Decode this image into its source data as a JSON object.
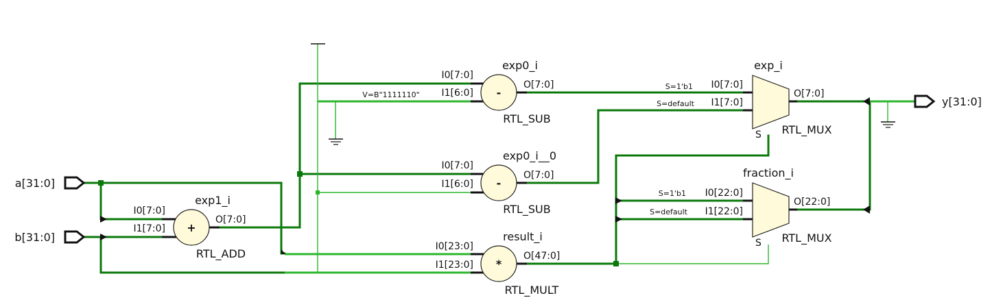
{
  "ports": {
    "a": "a[31:0]",
    "b": "b[31:0]",
    "y": "y[31:0]"
  },
  "cells": {
    "exp1_i": {
      "name": "exp1_i",
      "type": "RTL_ADD",
      "symbol": "+",
      "in0": "I0[7:0]",
      "in1": "I1[7:0]",
      "out": "O[7:0]"
    },
    "exp0_i": {
      "name": "exp0_i",
      "type": "RTL_SUB",
      "symbol": "-",
      "in0": "I0[7:0]",
      "in1": "I1[6:0]",
      "out": "O[7:0]",
      "constant": "V=B\"1111110\""
    },
    "exp0_i__0": {
      "name": "exp0_i__0",
      "type": "RTL_SUB",
      "symbol": "-",
      "in0": "I0[7:0]",
      "in1": "I1[6:0]",
      "out": "O[7:0]"
    },
    "result_i": {
      "name": "result_i",
      "type": "RTL_MULT",
      "symbol": "*",
      "in0": "I0[23:0]",
      "in1": "I1[23:0]",
      "out": "O[47:0]"
    },
    "exp_i": {
      "name": "exp_i",
      "type": "RTL_MUX",
      "in0": "I0[7:0]",
      "in1": "I1[7:0]",
      "out": "O[7:0]",
      "sel": "S",
      "sel0": "S=1'b1",
      "sel1": "S=default"
    },
    "fraction_i": {
      "name": "fraction_i",
      "type": "RTL_MUX",
      "in0": "I0[22:0]",
      "in1": "I1[22:0]",
      "out": "O[22:0]",
      "sel": "S",
      "sel0": "S=1'b1",
      "sel1": "S=default"
    }
  },
  "colors": {
    "bus": "#0a780a",
    "net": "#2bb52b",
    "primitive_fill": "#fffad9",
    "pin": "#111111"
  },
  "icons": [
    "ground-icon",
    "power-icon",
    "input-port-icon",
    "output-port-icon"
  ]
}
